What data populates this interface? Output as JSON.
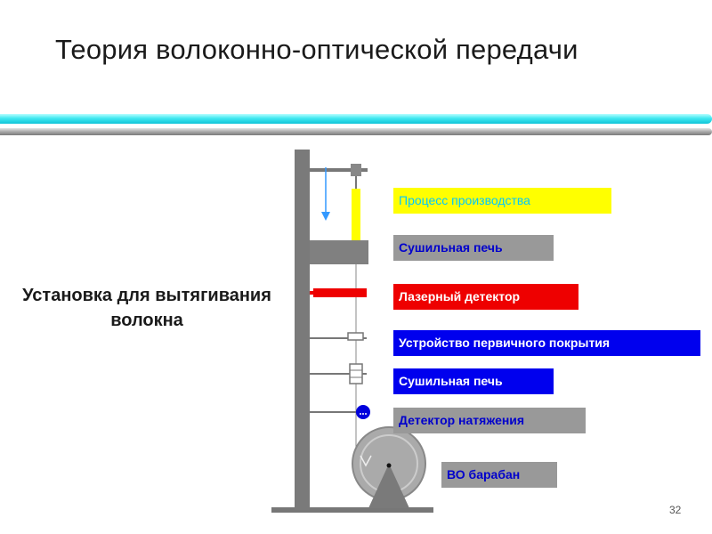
{
  "slide": {
    "title": "Теория волоконно-оптической передачи",
    "setup_label": "Установка для вытягивания волокна",
    "page_number": "32"
  },
  "labels": [
    {
      "id": "process",
      "text": "Процесс производства",
      "bg": "#ffff00",
      "color": "#00c8ff"
    },
    {
      "id": "oven1",
      "text": "Сушильная печь",
      "bg": "#999999",
      "color": "#0000cc"
    },
    {
      "id": "laser",
      "text": "Лазерный детектор",
      "bg": "#ee0000",
      "color": "#ffffff"
    },
    {
      "id": "coating",
      "text": "Устройство первичного покрытия",
      "bg": "#0000ee",
      "color": "#ffffff"
    },
    {
      "id": "oven2",
      "text": "Сушильная печь",
      "bg": "#0000ee",
      "color": "#ffffff"
    },
    {
      "id": "tension",
      "text": "Детектор натяжения",
      "bg": "#999999",
      "color": "#0000cc"
    },
    {
      "id": "drum",
      "text": "ВО барабан",
      "bg": "#999999",
      "color": "#0000cc"
    }
  ]
}
